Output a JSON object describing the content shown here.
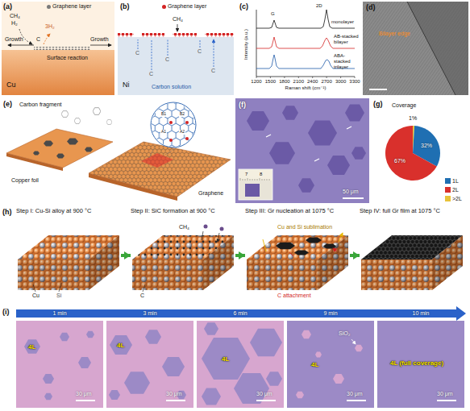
{
  "diagram": {
    "nodes": [
      {
        "text": [
          "Step I: Cu-Si alloy at 900 °C",
          "Cu",
          "Si"
        ]
      },
      {
        "text": [
          "Step II: SiC formation at 900 °C",
          "CH₄",
          "C"
        ]
      },
      {
        "text": [
          "Step III: Gr nucleation at 1075 °C",
          "Cu and Si sublimation",
          "C attachment"
        ]
      },
      {
        "text": [
          "Step IV: full Gr film at 1075 °C"
        ]
      },
      {
        "text": [
          "4L",
          "30 μm"
        ]
      },
      {
        "text": [
          "4L",
          "30 μm"
        ]
      },
      {
        "text": [
          "4L",
          "30 μm"
        ]
      },
      {
        "text": [
          "SiO₂",
          "4L",
          "30 μm"
        ]
      },
      {
        "text": [
          "4L (full coverage)",
          "30 μm"
        ]
      }
    ],
    "edges": [
      {
        "from": 0,
        "to": 1,
        "arrow": "to"
      },
      {
        "from": 1,
        "to": 2,
        "arrow": "to"
      },
      {
        "from": 2,
        "to": 3,
        "arrow": "to"
      }
    ],
    "labels": [
      "(a)",
      "CH₄",
      "H₂",
      "3H₂",
      "Growth",
      "Growth",
      "C",
      "Surface reaction",
      "Cu",
      "(b)",
      "CH₄",
      "C",
      "C",
      "C",
      "C",
      "C",
      "Ni",
      "Carbon solution",
      "(c)",
      "G",
      "2D",
      "monolayer",
      "AB-stacked bilayer",
      "ABA-stacked trilayer",
      "Intensity (a.u.)",
      "1200",
      "1500",
      "1800",
      "2100",
      "2400",
      "2700",
      "3000",
      "3300",
      "Raman shift (cm⁻¹)",
      "(d)",
      "Bilayer edge",
      "(e)",
      "Carbon fragment",
      "Copper foil",
      "Graphene",
      "B1",
      "B2",
      "A1",
      "A2",
      "(f)",
      "7",
      "8",
      "50 μm",
      "(g)",
      "Coverage",
      "1%",
      "32%",
      "67%",
      "(h)",
      "(i)",
      "1 min",
      "3 min",
      "6 min",
      "9 min",
      "10 min"
    ],
    "legend": [
      {
        "text": "Graphene layer"
      },
      {
        "text": "Graphene layer"
      },
      {
        "text": "1L",
        "color": "#1f6fb2"
      },
      {
        "text": "2L",
        "color": "#d9302c"
      },
      {
        "text": ">2L",
        "color": "#e8c33a"
      }
    ]
  }
}
